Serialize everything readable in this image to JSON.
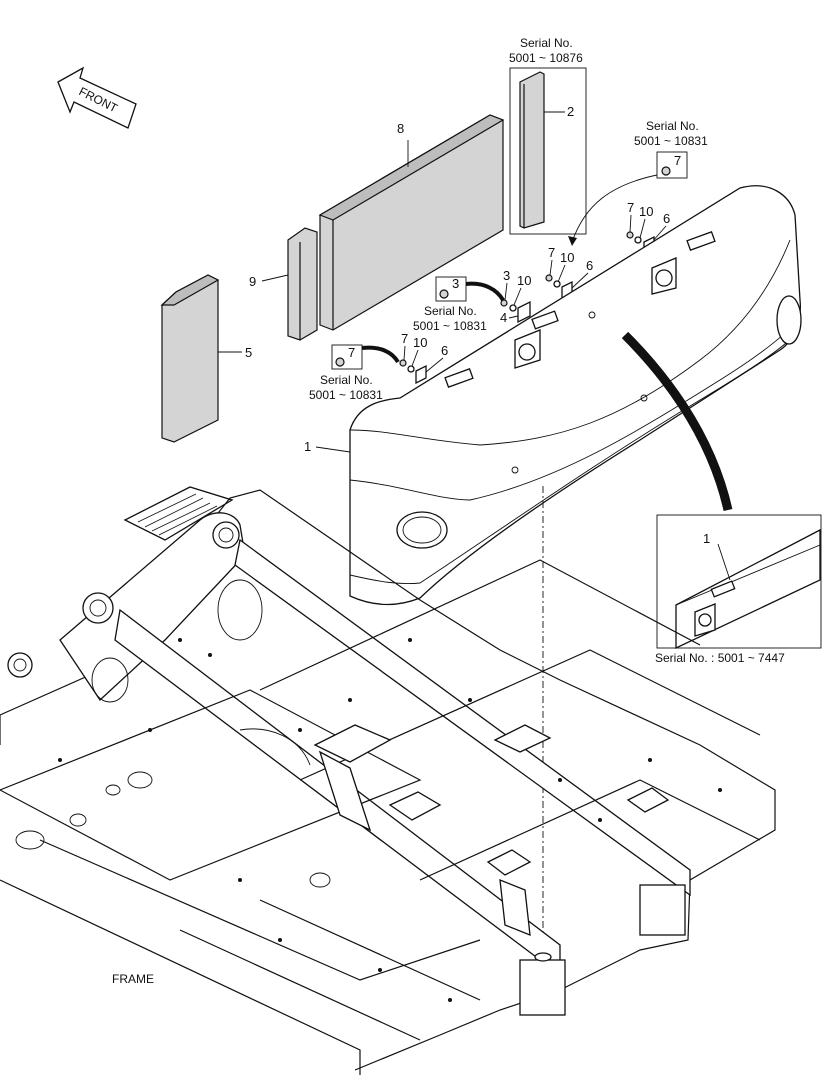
{
  "front_label": "FRONT",
  "frame_label": "FRAME",
  "serial_label": "Serial No.",
  "serial_range_1": "5001 ~ 10876",
  "serial_range_2": "5001 ~ 10831",
  "serial_range_3": "5001 ~ 10831",
  "serial_range_4": "5001 ~ 10831",
  "inset_caption": "Serial No. : 5001 ~ 7447",
  "callouts": {
    "p1": "1",
    "p2": "2",
    "p3": "3",
    "p4": "4",
    "p5": "5",
    "p6": "6",
    "p7": "7",
    "p8": "8",
    "p9": "9",
    "p10": "10"
  },
  "colors": {
    "line": "#111111",
    "pad_fill": "#d4d4d4",
    "background": "#ffffff"
  }
}
